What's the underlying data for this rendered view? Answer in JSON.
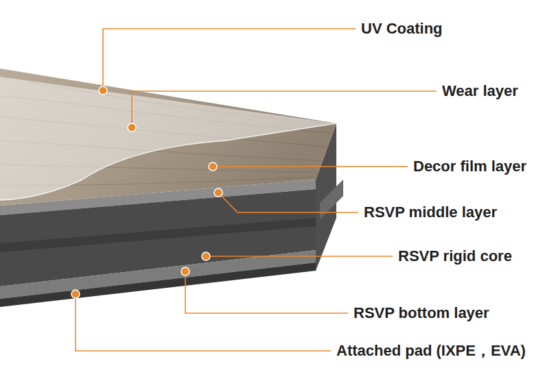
{
  "diagram": {
    "labels": [
      "UV Coating",
      "Wear layer",
      "Decor film layer",
      "RSVP middle layer",
      "RSVP rigid core",
      "RSVP bottom layer",
      "Attached pad (IXPE，EVA)"
    ]
  }
}
